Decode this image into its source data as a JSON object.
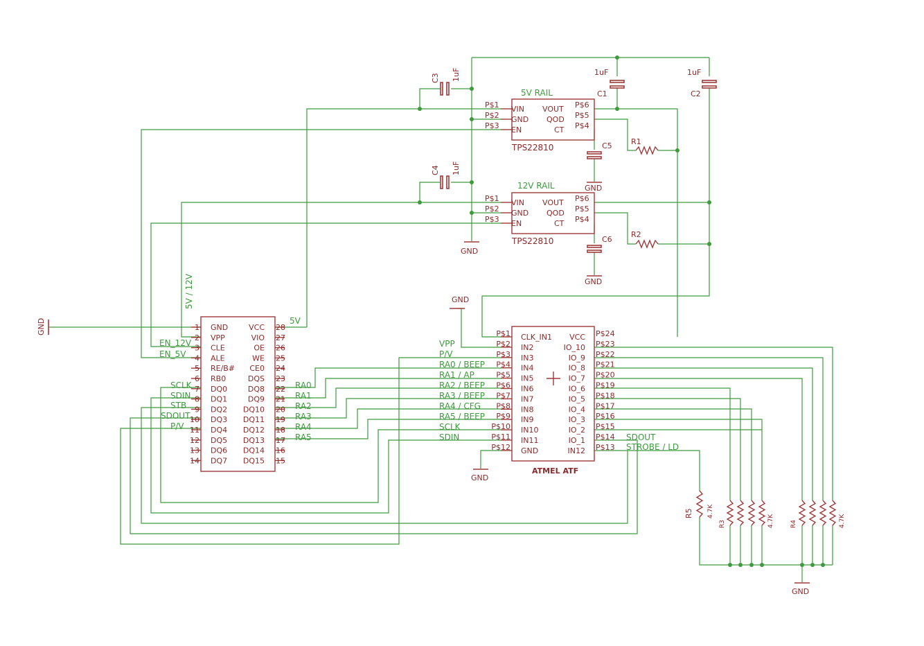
{
  "regulators": [
    {
      "designator": "5V RAIL",
      "part": "TPS22810",
      "left_pins": [
        "P$1",
        "P$2",
        "P$3"
      ],
      "left_names": [
        "VIN",
        "GND",
        "EN"
      ],
      "right_pins": [
        "P$6",
        "P$5",
        "P$4"
      ],
      "right_names": [
        "VOUT",
        "QOD",
        "CT"
      ]
    },
    {
      "designator": "12V RAIL",
      "part": "TPS22810",
      "left_pins": [
        "P$1",
        "P$2",
        "P$3"
      ],
      "left_names": [
        "VIN",
        "GND",
        "EN"
      ],
      "right_pins": [
        "P$6",
        "P$5",
        "P$4"
      ],
      "right_names": [
        "VOUT",
        "QOD",
        "CT"
      ]
    }
  ],
  "capacitors": {
    "c1": {
      "name": "C1",
      "value": "1uF"
    },
    "c2": {
      "name": "C2",
      "value": "1uF"
    },
    "c3": {
      "name": "C3",
      "value": "1uF"
    },
    "c4": {
      "name": "C4",
      "value": "1uF"
    },
    "c5": {
      "name": "C5"
    },
    "c6": {
      "name": "C6"
    }
  },
  "resistors": {
    "r1": {
      "name": "R1"
    },
    "r2": {
      "name": "R2"
    },
    "r3": {
      "name": "R3",
      "value": "4.7K"
    },
    "r4": {
      "name": "R4",
      "value": "4.7K"
    },
    "r5": {
      "name": "R5",
      "value": "4.7K"
    }
  },
  "gnd_label": "GND",
  "eeprom": {
    "left_nums": [
      "1",
      "2",
      "3",
      "4",
      "5",
      "6",
      "7",
      "8",
      "9",
      "10",
      "11",
      "12",
      "13",
      "14"
    ],
    "left_names": [
      "GND",
      "VPP",
      "CLE",
      "ALE",
      "RE/B#",
      "RB0",
      "DQ0",
      "DQ1",
      "DQ2",
      "DQ3",
      "DQ4",
      "DQ5",
      "DQ6",
      "DQ7"
    ],
    "right_nums": [
      "28",
      "27",
      "26",
      "25",
      "24",
      "23",
      "22",
      "21",
      "20",
      "19",
      "18",
      "17",
      "16",
      "15"
    ],
    "right_names": [
      "VCC",
      "VIO",
      "OE",
      "WE",
      "CE0",
      "DQS",
      "DQ8",
      "DQ9",
      "DQ10",
      "DQ11",
      "DQ12",
      "DQ13",
      "DQ14",
      "DQ15"
    ],
    "net_left": {
      "vpp": "5V / 12V",
      "en12": "EN_12V",
      "en5": "EN_5V",
      "sclk": "SCLK",
      "sdin": "SDIN",
      "stb": "STB",
      "sdout": "SDOUT",
      "pv": "P/V"
    },
    "net_right": {
      "vcc": "5V",
      "ra": [
        "RA0",
        "RA1",
        "RA2",
        "RA3",
        "RA4",
        "RA5"
      ]
    }
  },
  "atf": {
    "title": "ATMEL ATF",
    "left_pins": [
      "P$1",
      "P$2",
      "P$3",
      "P$4",
      "P$5",
      "P$6",
      "P$7",
      "P$8",
      "P$9",
      "P$10",
      "P$11",
      "P$12"
    ],
    "left_names": [
      "CLK_IN1",
      "IN2",
      "IN3",
      "IN4",
      "IN5",
      "IN6",
      "IN7",
      "IN8",
      "IN9",
      "IN10",
      "IN11",
      "GND"
    ],
    "right_pins": [
      "P$24",
      "P$23",
      "P$22",
      "P$21",
      "P$20",
      "P$19",
      "P$18",
      "P$17",
      "P$16",
      "P$15",
      "P$14",
      "P$13"
    ],
    "right_names": [
      "VCC",
      "IO_10",
      "IO_9",
      "IO_8",
      "IO_7",
      "IO_6",
      "IO_5",
      "IO_4",
      "IO_3",
      "IO_2",
      "IO_1",
      "IN12"
    ],
    "net_left": [
      "VPP",
      "P/V",
      "RA0 / BEEP",
      "RA1 / AP",
      "RA2 / BEEP",
      "RA3 / BEEP",
      "RA4 / CFG",
      "RA5 / BEEP",
      "SCLK",
      "SDIN"
    ],
    "net_right": [
      "SDOUT",
      "STROBE / LD"
    ]
  }
}
